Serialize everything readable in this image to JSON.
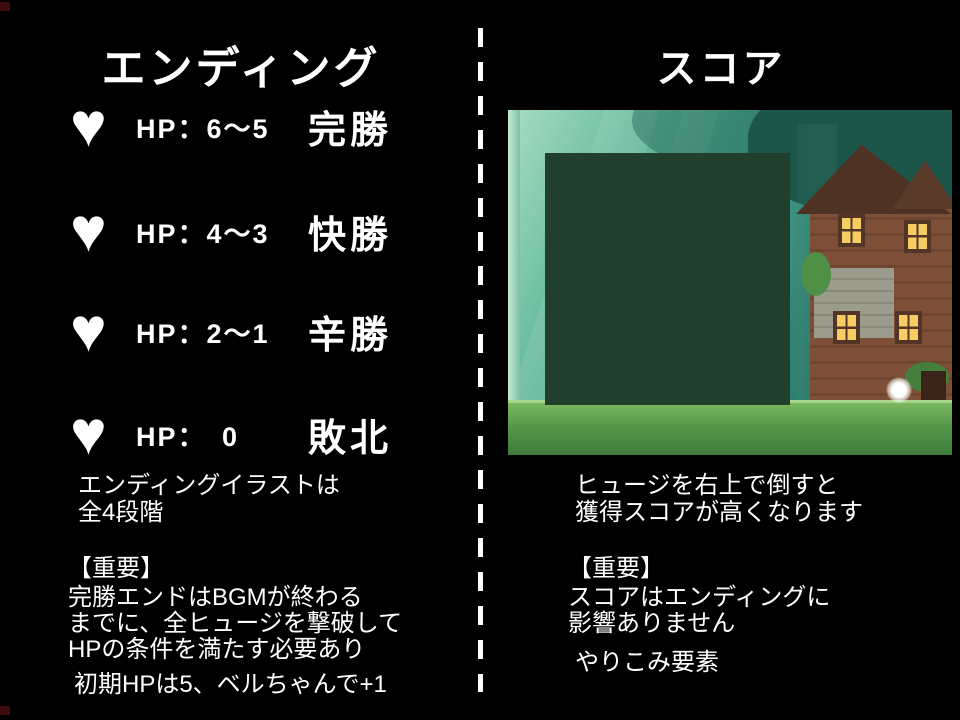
{
  "screen": {
    "background": "#000000",
    "divider_color": "#ffffff",
    "text_color": "#ffffff"
  },
  "icons": {
    "heart": "♥"
  },
  "left": {
    "title": "エンディング",
    "rows": [
      {
        "hp": "HP：6～5",
        "result": "完勝"
      },
      {
        "hp": "HP：4～3",
        "result": "快勝"
      },
      {
        "hp": "HP：2～1",
        "result": "辛勝"
      },
      {
        "hp": "HP：　0",
        "result": "敗北"
      }
    ],
    "note": [
      "エンディングイラストは",
      "全4段階"
    ],
    "important_label": "【重要】",
    "important": [
      "完勝エンドはBGMが終わる",
      "までに、全ヒュージを撃破して",
      "HPの条件を満たす必要あり"
    ],
    "footnote": "初期HPは5、ベルちゃんで+1"
  },
  "right": {
    "title": "スコア",
    "note": [
      "ヒュージを右上で倒すと",
      "獲得スコアが高くなります"
    ],
    "important_label": "【重要】",
    "important": [
      "スコアはエンディングに",
      "影響ありません"
    ],
    "footnote": "やりこみ要素"
  },
  "score_grid": {
    "cols": 10,
    "rows": 9,
    "low_color": "#cbd06e",
    "high_color": "#69aa57",
    "line_color": "#203f2c",
    "meaning": "score is higher toward the top-right"
  }
}
